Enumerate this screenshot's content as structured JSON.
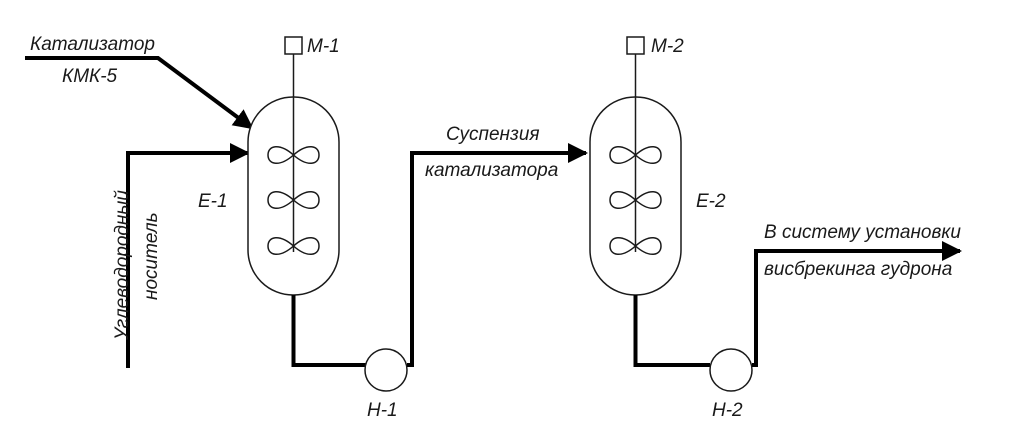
{
  "labels": {
    "catalyst_line1": "Катализатор",
    "catalyst_line2": "КМК-5",
    "carrier_line1": "Углеводородный",
    "carrier_line2": "носитель",
    "suspension_line1": "Суспензия",
    "suspension_line2": "катализатора",
    "output_line1": "В систему установки",
    "output_line2": "висбрекинга гудрона"
  },
  "equipment": {
    "vessel_1": "Е-1",
    "vessel_2": "Е-2",
    "motor_1": "М-1",
    "motor_2": "М-2",
    "pump_1": "Н-1",
    "pump_2": "Н-2"
  }
}
